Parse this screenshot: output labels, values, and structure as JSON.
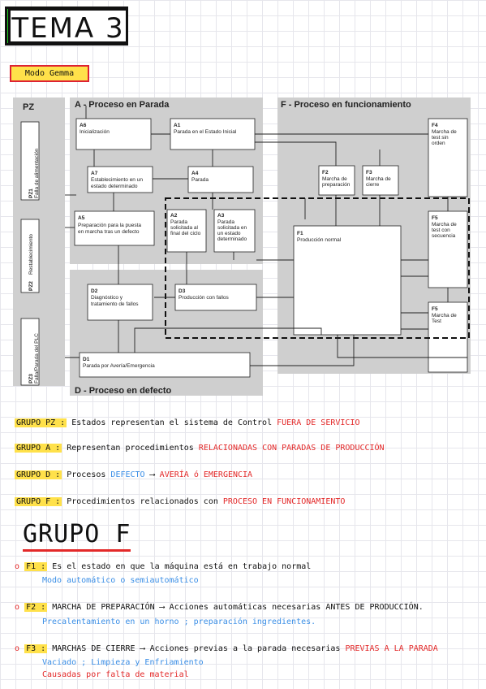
{
  "title": "TEMA 3",
  "subtitle": "Modo Gemma",
  "diagram": {
    "sections": {
      "pz": "PZ",
      "a": "A - Proceso en Parada",
      "f": "F - Proceso en funcionamiento",
      "d": "D - Proceso en defecto"
    },
    "pz_items": [
      {
        "id": "PZ1",
        "label": "Falla de alimentación"
      },
      {
        "id": "PZ2",
        "label": "Restablecimiento"
      },
      {
        "id": "PZ3",
        "label": "Falla/Parada del PLC"
      }
    ],
    "blocks": {
      "a6": {
        "id": "A6",
        "lines": [
          "Inicialización"
        ]
      },
      "a1": {
        "id": "A1",
        "lines": [
          "Parada en el Estado Inicial"
        ]
      },
      "a7": {
        "id": "A7",
        "lines": [
          "Establecimiento en un",
          "estado determinado"
        ]
      },
      "a4": {
        "id": "A4",
        "lines": [
          "Parada"
        ]
      },
      "a5": {
        "id": "A5",
        "lines": [
          "Preparación para la puesta",
          "en marcha tras un defecto"
        ]
      },
      "a2": {
        "id": "A2",
        "lines": [
          "Parada",
          "solicitada al",
          "final del ciclo"
        ]
      },
      "a3": {
        "id": "A3",
        "lines": [
          "Parada",
          "solicitada en",
          "un estado",
          "determinado"
        ]
      },
      "f2": {
        "id": "F2",
        "lines": [
          "Marcha de",
          "preparación"
        ]
      },
      "f3": {
        "id": "F3",
        "lines": [
          "Marcha de",
          "cierre"
        ]
      },
      "f4": {
        "id": "F4",
        "lines": [
          "Marcha de",
          "test sin",
          "orden"
        ]
      },
      "f1": {
        "id": "F1",
        "lines": [
          "Producción normal"
        ]
      },
      "f5a": {
        "id": "F5",
        "lines": [
          "Marcha de",
          "test con",
          "secuencia"
        ]
      },
      "f5b": {
        "id": "F5",
        "lines": [
          "Marcha de",
          "Test"
        ]
      },
      "d2": {
        "id": "D2",
        "lines": [
          "Diagnóstico y",
          "tratamiento de fallos"
        ]
      },
      "d3": {
        "id": "D3",
        "lines": [
          "Producción con fallos"
        ]
      },
      "d1": {
        "id": "D1",
        "lines": [
          "Parada por Avería/Emergencia"
        ]
      }
    }
  },
  "groups": [
    {
      "head": "GRUPO PZ :",
      "text": "Estados representan el sistema de Control",
      "accent": "FUERA DE SERVICIO"
    },
    {
      "head": "GRUPO A :",
      "text": "Representan procedimientos",
      "accent": "RELACIONADAS CON PARADAS DE PRODUCCIÓN"
    },
    {
      "head": "GRUPO D :",
      "text": "Procesos",
      "blue": "DEFECTO",
      "arrow": "⟶",
      "accent": "AVERÍA ó EMERGENCIA"
    },
    {
      "head": "GRUPO F :",
      "text": "Procedimientos relacionados con",
      "accent": "PROCESO EN FUNCIONAMIENTO"
    }
  ],
  "grupo_f_title": "GRUPO F",
  "f_items": [
    {
      "bullet": "o",
      "id": "F1 :",
      "text": "Es el estado en que la máquina está en trabajo normal",
      "sub": [
        "Modo automático o semiautomático"
      ]
    },
    {
      "bullet": "o",
      "id": "F2 :",
      "text": "MARCHA DE PREPARACIÓN ⟶ Acciones automáticas necesarias ANTES DE PRODUCCIÓN.",
      "sub": [
        "Precalentamiento en un horno ; preparación ingredientes."
      ]
    },
    {
      "bullet": "o",
      "id": "F3 :",
      "text": "MARCHAS DE CIERRE ⟶ Acciones previas a la parada necesarias",
      "accent": "PREVIAS A LA PARADA",
      "sub": [
        "Vaciado ; Limpieza y Enfriamiento"
      ],
      "sub_red": "Causadas por falta de material"
    }
  ]
}
